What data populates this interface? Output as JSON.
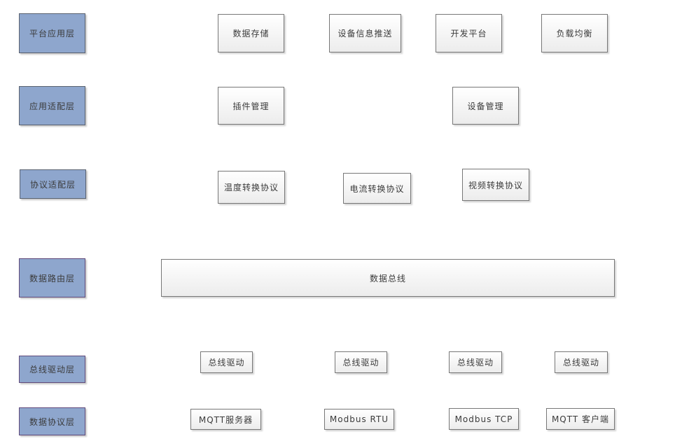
{
  "colors": {
    "layer_fill": "#8EA6CD",
    "layer_border": "#5A6270",
    "layer_border_accent": "#604A7B",
    "node_fill_top": "#FFFFFF",
    "node_fill_bottom": "#ECECEC",
    "node_border": "#777777",
    "text": "#3B3B3B",
    "background": "#FFFFFF"
  },
  "layers": [
    {
      "name": "平台应用层",
      "items": [
        "数据存储",
        "设备信息推送",
        "开发平台",
        "负载均衡"
      ]
    },
    {
      "name": "应用适配层",
      "items": [
        "插件管理",
        "设备管理"
      ]
    },
    {
      "name": "协议适配层",
      "items": [
        "温度转换协议",
        "电流转换协议",
        "视频转换协议"
      ]
    },
    {
      "name": "数据路由层",
      "items": [
        "数据总线"
      ]
    },
    {
      "name": "总线驱动层",
      "items": [
        "总线驱动",
        "总线驱动",
        "总线驱动",
        "总线驱动"
      ]
    },
    {
      "name": "数据协议层",
      "items": [
        "MQTT服务器",
        "Modbus RTU",
        "Modbus TCP",
        "MQTT 客户端"
      ]
    }
  ]
}
